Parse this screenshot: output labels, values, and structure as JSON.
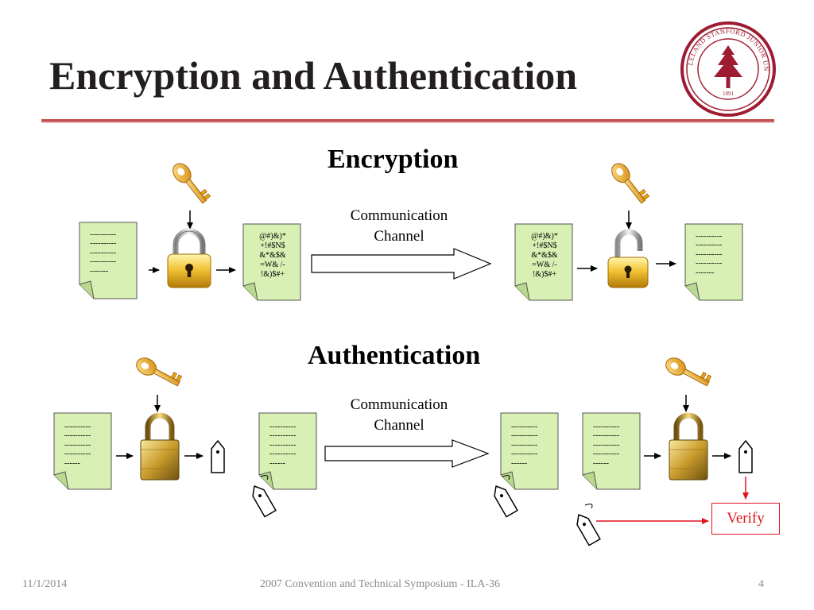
{
  "slide": {
    "title": "Encryption and Authentication",
    "seal_text": "LELAND STANFORD JUNIOR UNIVERSITY 1891"
  },
  "encryption": {
    "title": "Encryption",
    "channel_label": "Communication Channel",
    "plaintext": "----------\n----------\n----------\n----------\n-------",
    "ciphertext": "@#)&)*\n+!#$N$\n&*&$&\n=W& /-\n!&)$#+"
  },
  "authentication": {
    "title": "Authentication",
    "channel_label": "Communication Channel",
    "plaintext": "----------\n----------\n----------\n----------\n------",
    "verify_label": "Verify"
  },
  "footer": {
    "date": "11/1/2014",
    "center": "2007 Convention and Technical Symposium - ILA-36",
    "page": "4"
  },
  "colors": {
    "rule": "#c0504d",
    "document_fill": "#d9f0b4",
    "verify": "#e0141e",
    "seal": "#9e1b32",
    "key": "#e6a817"
  }
}
